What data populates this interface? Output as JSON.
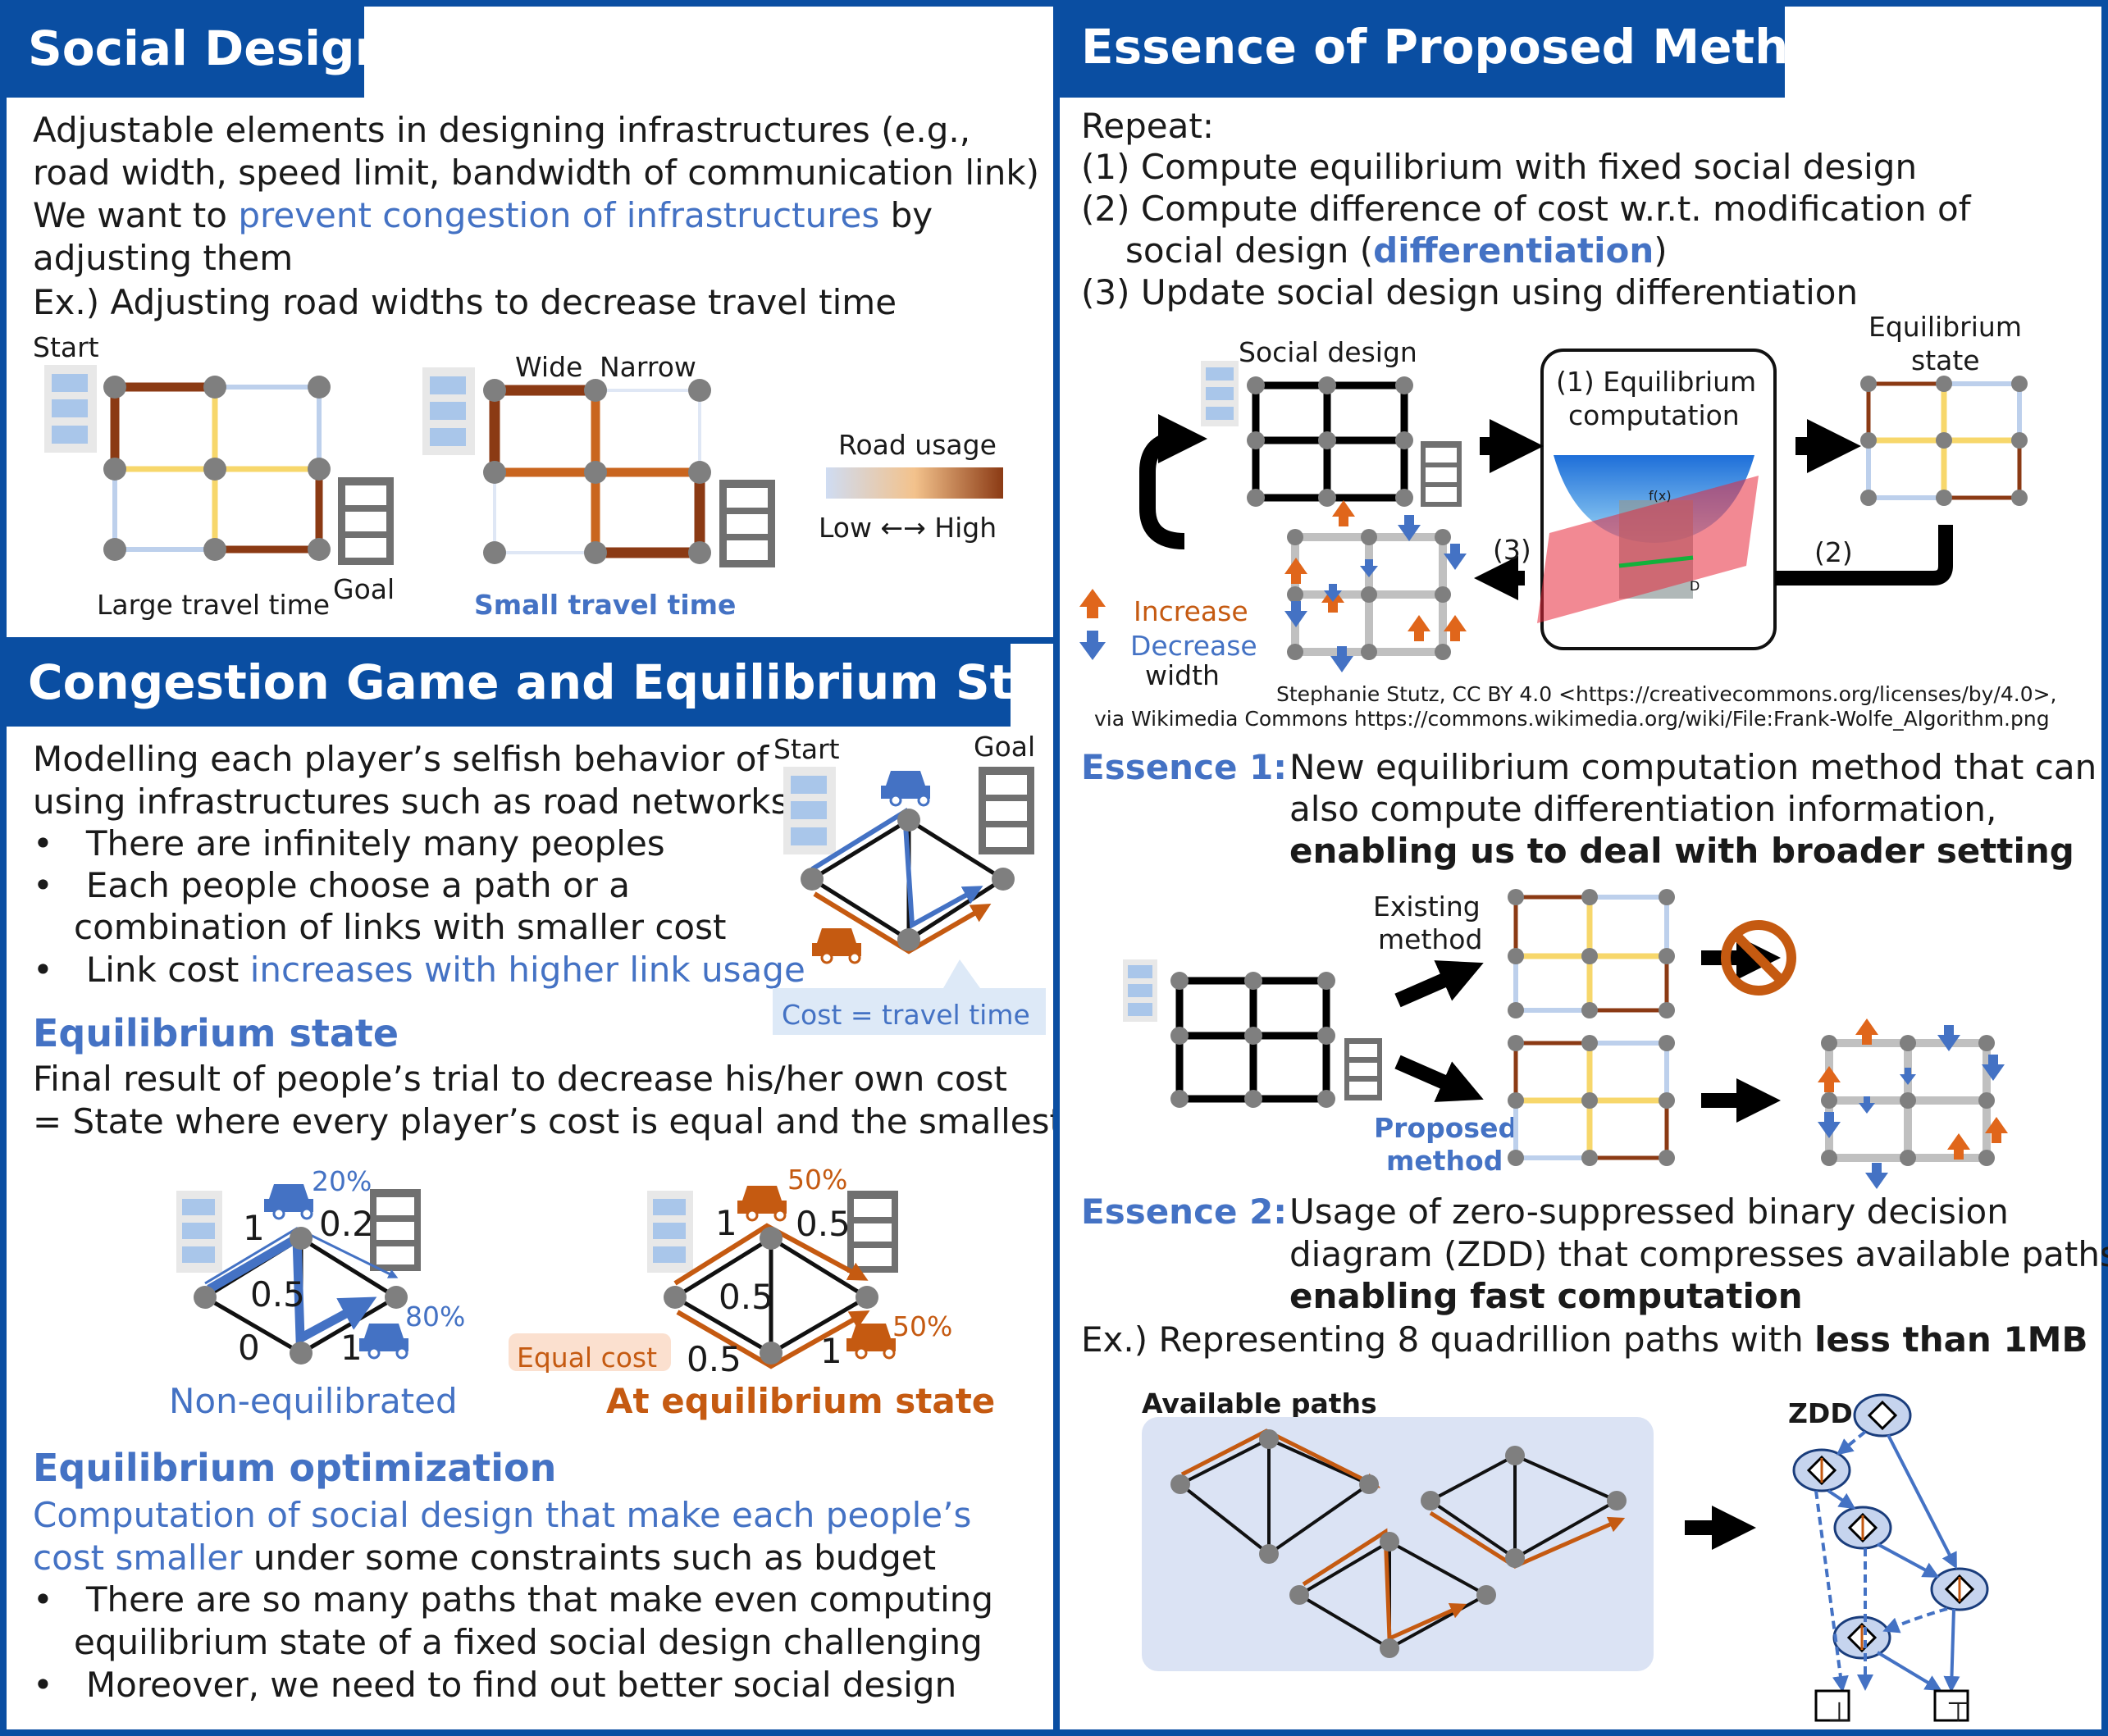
{
  "colors": {
    "frame": "#0a4ea2",
    "blue": "#4472c4",
    "orange": "#c55a11",
    "low": "#bdd0ec",
    "mid": "#f7d76b",
    "high": "#8b3a14"
  },
  "social_design": {
    "title": "Social Design",
    "p1": "Adjustable elements in designing infrastructures (e.g.,",
    "p2": "road width, speed limit, bandwidth of communication link)",
    "p3a": "We want to ",
    "p3b": "prevent congestion of infrastructures",
    "p3c": " by",
    "p4": "adjusting them",
    "p5": "Ex.) Adjusting road widths to decrease travel time",
    "start": "Start",
    "goal": "Goal",
    "wide": "Wide",
    "narrow": "Narrow",
    "large": "Large travel time",
    "small": "Small travel time",
    "road_usage": "Road usage",
    "low_high": "Low ←→ High"
  },
  "congestion": {
    "title": "Congestion Game and Equilibrium State",
    "p1": "Modelling each player’s selfish behavior of",
    "p2": "using infrastructures such as road networks",
    "b1": "There are infinitely many peoples",
    "b2a": "Each people choose a path or a",
    "b2b": "combination of links with smaller cost",
    "b3a": "Link cost ",
    "b3b": "increases with higher link usage",
    "start": "Start",
    "goal": "Goal",
    "cost_label": "Cost = travel time",
    "eq_head": "Equilibrium state",
    "eq1": "Final result of people’s trial to decrease his/her own cost",
    "eq2": "= State where every player’s cost is equal and the smallest",
    "non_eq": "Non-equilibrated",
    "at_eq": "At equilibrium state",
    "equal_cost": "Equal cost",
    "ne_vals": {
      "a": "1",
      "b": "0.2",
      "c": "0.5",
      "d": "0",
      "e": "1",
      "p1": "20%",
      "p2": "80%"
    },
    "eq_vals": {
      "a": "1",
      "b": "0.5",
      "c": "0.5",
      "d": "0.5",
      "e": "1",
      "p1": "50%",
      "p2": "50%"
    },
    "opt_head": "Equilibrium optimization",
    "o1": "Computation of social design that make each people’s",
    "o2a": "cost smaller",
    "o2b": " under some constraints such as budget",
    "ob1a": "There are so many paths that make even computing",
    "ob1b": "equilibrium state of a fixed social design challenging",
    "ob2": "Moreover, we need to find out better social design"
  },
  "essence": {
    "title": "Essence of Proposed Method",
    "r0": "Repeat:",
    "r1": "(1) Compute equilibrium with fixed social design",
    "r2": "(2) Compute difference of cost w.r.t. modification of",
    "r3a": "social design (",
    "r3b": "differentiation",
    "r3c": ")",
    "r4": "(3) Update social design using differentiation",
    "social_design": "Social design",
    "eqcomp1": "(1) Equilibrium",
    "eqcomp2": "computation",
    "eqstate1": "Equilibrium",
    "eqstate2": "state",
    "lbl2": "(2)",
    "lbl3": "(3)",
    "increase": "Increase",
    "decrease": "Decrease",
    "width": "width",
    "fx": "f(x)",
    "dlabel": "D",
    "credit1": "Stephanie Stutz, CC BY 4.0 <https://creativecommons.org/licenses/by/4.0>,",
    "credit2": "via Wikimedia Commons https://commons.wikimedia.org/wiki/File:Frank-Wolfe_Algorithm.png",
    "e1_head": "Essence 1:",
    "e1a": "New equilibrium computation method that can",
    "e1b": "also compute differentiation information,",
    "e1c": "enabling us to deal with broader setting",
    "existing1": "Existing",
    "existing2": "method",
    "proposed1": "Proposed",
    "proposed2": "method",
    "e2_head": "Essence 2:",
    "e2a": "Usage of zero-suppressed binary decision",
    "e2b": "diagram (ZDD) that compresses available paths,",
    "e2c": "enabling fast computation",
    "ex_a": "Ex.) Representing 8 quadrillion paths with ",
    "ex_b": "less than 1MB",
    "avail": "Available paths",
    "zdd": "ZDD",
    "bot": "⊥",
    "top": "⊤"
  }
}
